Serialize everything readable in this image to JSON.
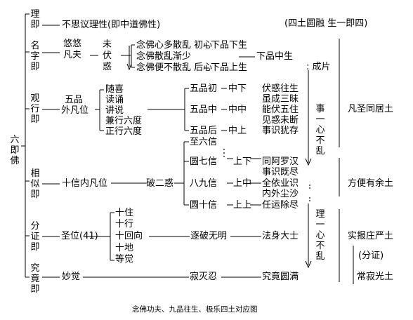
{
  "root": "六即佛",
  "note_top": "(四土圆融 生一即四)",
  "li": {
    "stage": "理即",
    "text": "不思议理性(即中道佛性)"
  },
  "mingzi": {
    "stage": "名字即",
    "col1": [
      "悠悠",
      "凡夫"
    ],
    "col2": [
      "未",
      "伏",
      "惑"
    ],
    "rows": [
      "念佛心多散乱 初心",
      "念佛散乱渐少",
      "念佛便不散乱 后心"
    ],
    "grades": [
      "下品下生",
      "下品中生",
      "下品上生"
    ]
  },
  "chengpian": ": 成片",
  "shi": "事一心不乱",
  "land1": "凡圣同居土",
  "guanxing": {
    "stage": "观行即",
    "label": [
      "五品",
      "外凡位"
    ],
    "items": [
      "随喜",
      "读诵",
      "讲说",
      "兼行六度",
      "正行六度"
    ],
    "mid": [
      "五品初",
      "五品中",
      "五品后"
    ],
    "grades": [
      "中下",
      "中中",
      "中上"
    ],
    "effects": [
      "伏惑往生",
      "虽成三昧",
      "能伏五住",
      "见惑未断",
      "事识犹存"
    ]
  },
  "xiangsi": {
    "stage": "相似即",
    "label": "十信内凡位",
    "break": "破二惑",
    "xin": [
      "至六信",
      "圆七信",
      "八九信",
      "圆十信"
    ],
    "grades": [
      "上下",
      "上中",
      "上上"
    ],
    "effects": [
      "同阿罗汉",
      "事识既尽",
      "全依业识",
      "内外尘沙",
      "任运除尽"
    ]
  },
  "li_yi": "理一心不乱",
  "land2": "方便有余土",
  "fenzheng": {
    "stage": "分证即",
    "label": "圣位(41)",
    "items": [
      "十住",
      "十行",
      "十回向",
      "十地",
      "等觉"
    ],
    "break": "逐破无明",
    "result": "法身大士"
  },
  "land3": "实报庄严土",
  "note_fz": "(分证)",
  "jiujing": {
    "stage": "究竟即",
    "a": "妙觉",
    "b": "寂灭忍",
    "c": "究竟圆满"
  },
  "land4": "常寂光土",
  "caption": "念佛功夫、九品往生、极乐四土对应图"
}
